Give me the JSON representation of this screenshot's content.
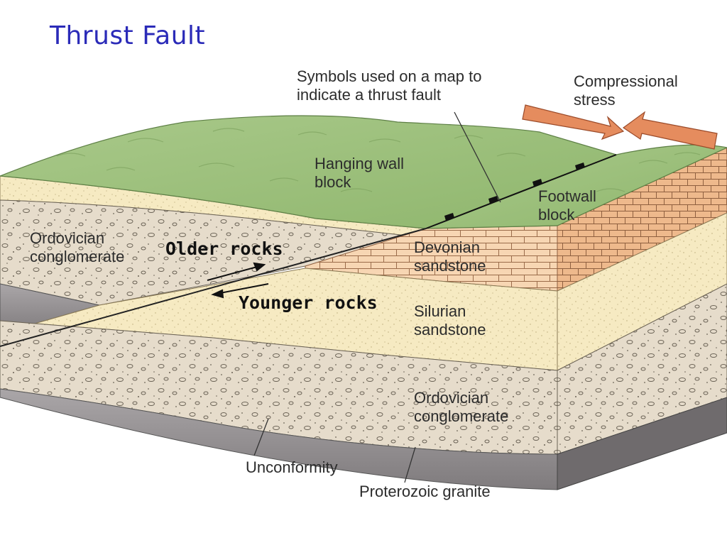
{
  "title": "Thrust Fault",
  "labels": {
    "map_symbols": [
      "Symbols used on a map to",
      "indicate a thrust fault"
    ],
    "compressional": [
      "Compressional",
      "stress"
    ],
    "hanging_wall": [
      "Hanging wall",
      "block"
    ],
    "footwall": [
      "Footwall",
      "block"
    ],
    "ordovician_left": [
      "Ordovician",
      "conglomerate"
    ],
    "older_rocks": "Older rocks",
    "younger_rocks": "Younger rocks",
    "devonian": [
      "Devonian",
      "sandstone"
    ],
    "silurian": [
      "Silurian",
      "sandstone"
    ],
    "ordovician_right": [
      "Ordovician",
      "conglomerate"
    ],
    "unconformity": "Unconformity",
    "granite": "Proterozoic granite"
  },
  "colors": {
    "title": "#2b2bb8",
    "grass": "#9cc07a",
    "sandstone": "#f5e6b8",
    "conglomerate": "#e2d8c8",
    "limestone": "#f3c9a0",
    "granite": "#8e8a8c",
    "arrow": "#e08a5c"
  }
}
